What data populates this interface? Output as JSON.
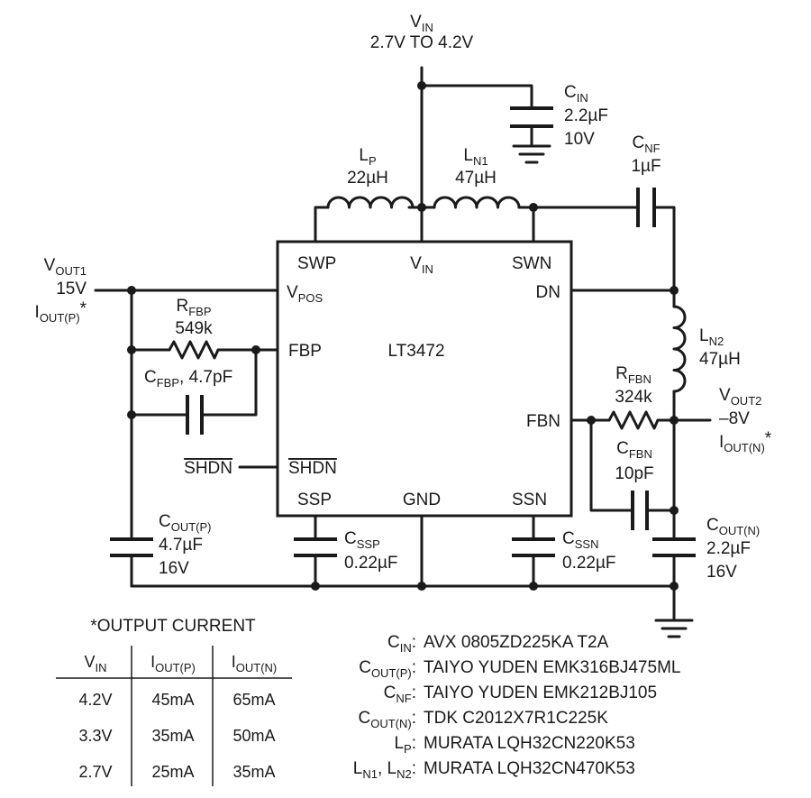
{
  "supply": {
    "name": "V",
    "sub": "IN",
    "range": "2.7V TO 4.2V"
  },
  "components": {
    "cin": {
      "ref": "C",
      "sub": "IN",
      "value": "2.2µF",
      "rating": "10V"
    },
    "lp": {
      "ref": "L",
      "sub": "P",
      "value": "22µH"
    },
    "ln1": {
      "ref": "L",
      "sub": "N1",
      "value": "47µH"
    },
    "cnf": {
      "ref": "C",
      "sub": "NF",
      "value": "1µF"
    },
    "ln2": {
      "ref": "L",
      "sub": "N2",
      "value": "47µH"
    },
    "rfbp": {
      "ref": "R",
      "sub": "FBP",
      "value": "549k"
    },
    "cfbp": {
      "ref": "C",
      "sub": "FBP",
      "value": ", 4.7pF"
    },
    "rfbn": {
      "ref": "R",
      "sub": "FBN",
      "value": "324k"
    },
    "cfbn": {
      "ref": "C",
      "sub": "FBN",
      "value": "10pF"
    },
    "coutp": {
      "ref": "C",
      "sub": "OUT(P)",
      "value": "4.7µF",
      "rating": "16V"
    },
    "coutn": {
      "ref": "C",
      "sub": "OUT(N)",
      "value": "2.2µF",
      "rating": "16V"
    },
    "cssp": {
      "ref": "C",
      "sub": "SSP",
      "value": "0.22µF"
    },
    "cssn": {
      "ref": "C",
      "sub": "SSN",
      "value": "0.22µF"
    }
  },
  "ic": {
    "part": "LT3472",
    "pins": {
      "swp": "SWP",
      "vin": "V",
      "vin_sub": "IN",
      "swn": "SWN",
      "vpos": "V",
      "vpos_sub": "POS",
      "dn": "DN",
      "fbp": "FBP",
      "fbn": "FBN",
      "shdn": "SHDN",
      "ssp": "SSP",
      "gnd": "GND",
      "ssn": "SSN"
    }
  },
  "outputs": {
    "vout1": {
      "name": "V",
      "sub": "OUT1",
      "value": "15V",
      "iname": "I",
      "isub": "OUT(P)",
      "mark": "*"
    },
    "vout2": {
      "name": "V",
      "sub": "OUT2",
      "value": "–8V",
      "iname": "I",
      "isub": "OUT(N)",
      "mark": "*"
    },
    "shdn_in": "SHDN"
  },
  "current_table": {
    "title": "*OUTPUT CURRENT",
    "headers": [
      {
        "name": "V",
        "sub": "IN"
      },
      {
        "name": "I",
        "sub": "OUT(P)"
      },
      {
        "name": "I",
        "sub": "OUT(N)"
      }
    ],
    "rows": [
      [
        "4.2V",
        "45mA",
        "65mA"
      ],
      [
        "3.3V",
        "35mA",
        "50mA"
      ],
      [
        "2.7V",
        "25mA",
        "35mA"
      ]
    ]
  },
  "bom": [
    {
      "ref": "C",
      "sub": "IN",
      "part": "AVX 0805ZD225KA T2A"
    },
    {
      "ref": "C",
      "sub": "OUT(P)",
      "part": "TAIYO YUDEN EMK316BJ475ML"
    },
    {
      "ref": "C",
      "sub": "NF",
      "part": "TAIYO YUDEN EMK212BJ105"
    },
    {
      "ref": "C",
      "sub": "OUT(N)",
      "part": "TDK C2012X7R1C225K"
    },
    {
      "ref": "L",
      "sub": "P",
      "part": "MURATA LQH32CN220K53"
    },
    {
      "ref": "L",
      "sub": "N1",
      "sep": ", ",
      "ref2": "L",
      "sub2": "N2",
      "part": "MURATA LQH32CN470K53"
    }
  ]
}
